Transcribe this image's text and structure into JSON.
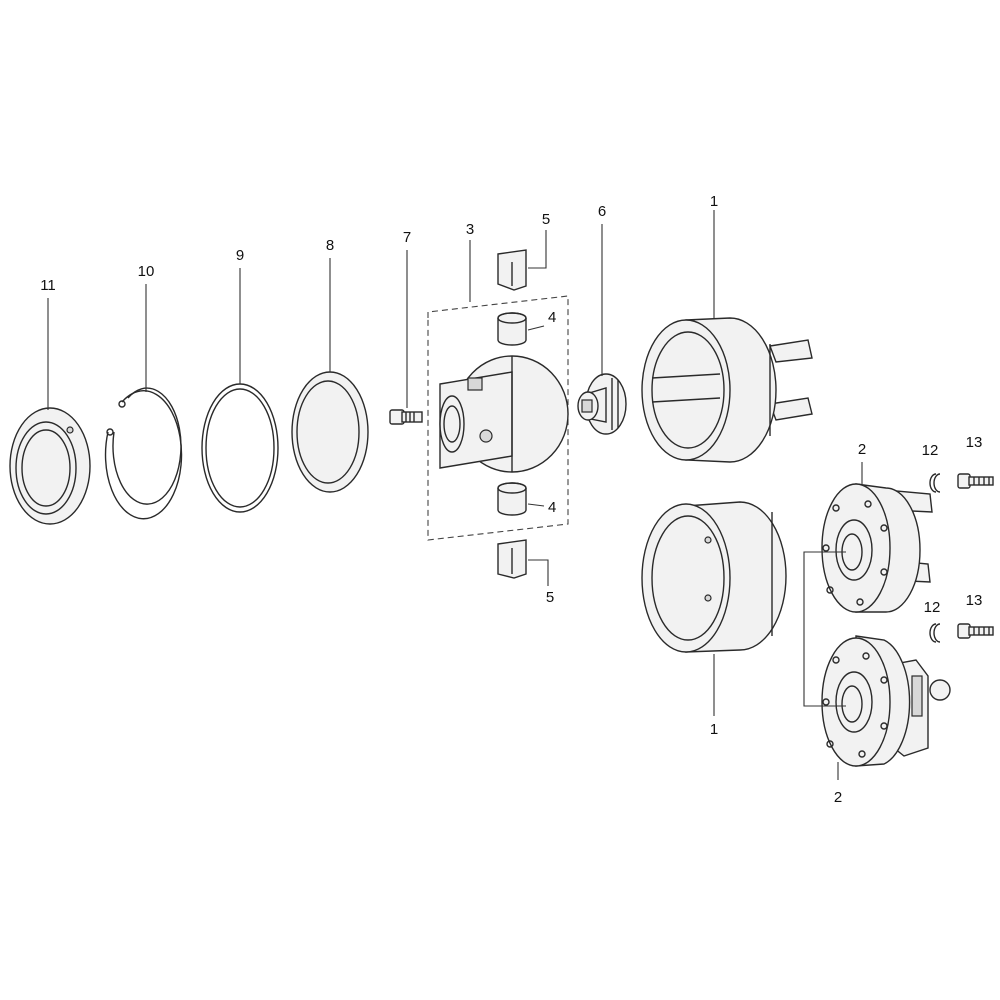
{
  "callouts": {
    "c1_top": "1",
    "c1_bottom": "1",
    "c2_top": "2",
    "c2_bottom": "2",
    "c3": "3",
    "c4_top": "4",
    "c4_bottom": "4",
    "c5_top": "5",
    "c5_bottom": "5",
    "c6": "6",
    "c7": "7",
    "c8": "8",
    "c9": "9",
    "c10": "10",
    "c11": "11",
    "c12_top": "12",
    "c12_bottom": "12",
    "c13_top": "13",
    "c13_bottom": "13"
  }
}
